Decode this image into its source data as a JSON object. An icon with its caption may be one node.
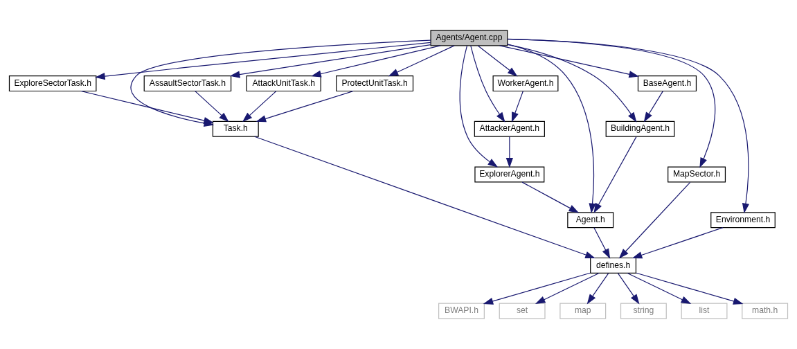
{
  "diagram": {
    "nodes": [
      {
        "text": [
          "Agents/Agent.cpp"
        ]
      },
      {
        "text": [
          "AssaultSectorTask.h"
        ]
      },
      {
        "text": [
          "AttackUnitTask.h"
        ]
      },
      {
        "text": [
          "ProtectUnitTask.h"
        ]
      },
      {
        "text": [
          "ExploreSectorTask.h"
        ]
      },
      {
        "text": [
          "BaseAgent.h"
        ]
      },
      {
        "text": [
          "WorkerAgent.h"
        ]
      },
      {
        "text": [
          "Task.h"
        ]
      },
      {
        "text": [
          "BuildingAgent.h"
        ]
      },
      {
        "text": [
          "AttackerAgent.h"
        ]
      },
      {
        "text": [
          "MapSector.h"
        ]
      },
      {
        "text": [
          "ExplorerAgent.h"
        ]
      },
      {
        "text": [
          "Environment.h"
        ]
      },
      {
        "text": [
          "Agent.h"
        ]
      },
      {
        "text": [
          "defines.h"
        ]
      },
      {
        "text": [
          "BWAPI.h"
        ]
      },
      {
        "text": [
          "set"
        ]
      },
      {
        "text": [
          "map"
        ]
      },
      {
        "text": [
          "string"
        ]
      },
      {
        "text": [
          "list"
        ]
      },
      {
        "text": [
          "math.h"
        ]
      }
    ],
    "edges": [
      {
        "from": 0,
        "to": 1,
        "arrow": "to"
      },
      {
        "from": 0,
        "to": 2,
        "arrow": "to"
      },
      {
        "from": 0,
        "to": 3,
        "arrow": "to"
      },
      {
        "from": 0,
        "to": 4,
        "arrow": "to"
      },
      {
        "from": 0,
        "to": 7,
        "arrow": "to"
      },
      {
        "from": 0,
        "to": 10,
        "arrow": "to"
      },
      {
        "from": 0,
        "to": 12,
        "arrow": "to"
      },
      {
        "from": 0,
        "to": 13,
        "arrow": "to"
      },
      {
        "from": 0,
        "to": 5,
        "arrow": "to"
      },
      {
        "from": 0,
        "to": 8,
        "arrow": "to"
      },
      {
        "from": 0,
        "to": 6,
        "arrow": "to"
      },
      {
        "from": 0,
        "to": 9,
        "arrow": "to"
      },
      {
        "from": 0,
        "to": 11,
        "arrow": "to"
      },
      {
        "from": 1,
        "to": 7,
        "arrow": "to"
      },
      {
        "from": 2,
        "to": 7,
        "arrow": "to"
      },
      {
        "from": 3,
        "to": 7,
        "arrow": "to"
      },
      {
        "from": 4,
        "to": 7,
        "arrow": "to"
      },
      {
        "from": 7,
        "to": 14,
        "arrow": "to"
      },
      {
        "from": 5,
        "to": 8,
        "arrow": "to"
      },
      {
        "from": 8,
        "to": 13,
        "arrow": "to"
      },
      {
        "from": 6,
        "to": 9,
        "arrow": "to"
      },
      {
        "from": 9,
        "to": 11,
        "arrow": "to"
      },
      {
        "from": 11,
        "to": 13,
        "arrow": "to"
      },
      {
        "from": 10,
        "to": 14,
        "arrow": "to"
      },
      {
        "from": 12,
        "to": 14,
        "arrow": "to"
      },
      {
        "from": 13,
        "to": 14,
        "arrow": "to"
      },
      {
        "from": 14,
        "to": 15,
        "arrow": "to"
      },
      {
        "from": 14,
        "to": 16,
        "arrow": "to"
      },
      {
        "from": 14,
        "to": 17,
        "arrow": "to"
      },
      {
        "from": 14,
        "to": 18,
        "arrow": "to"
      },
      {
        "from": 14,
        "to": 19,
        "arrow": "to"
      },
      {
        "from": 14,
        "to": 20,
        "arrow": "to"
      }
    ]
  }
}
